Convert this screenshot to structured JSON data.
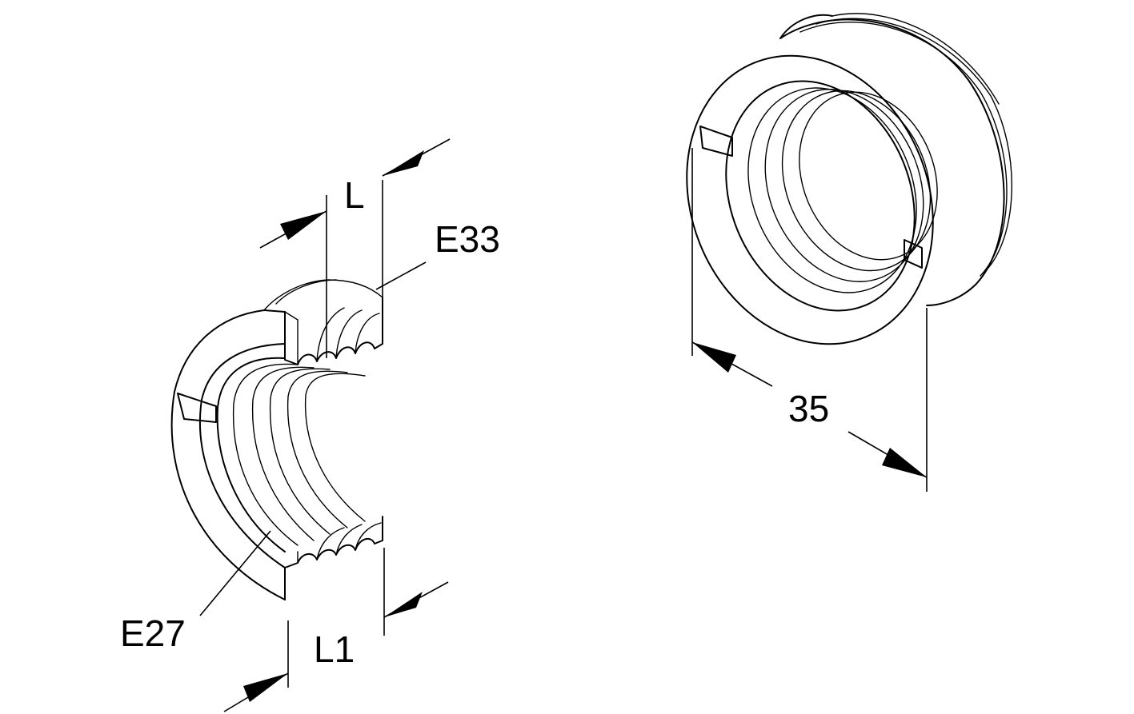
{
  "labels": {
    "L": "L",
    "E33": "E33",
    "E27": "E27",
    "L1": "L1",
    "d35": "35"
  }
}
